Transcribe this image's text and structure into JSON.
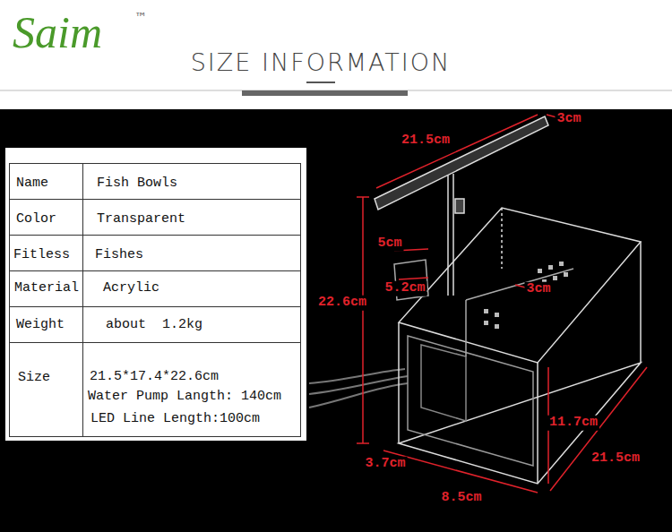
{
  "diagram": {
    "title": "SIZE INFORMATION",
    "labels": [
      "Saim",
      "™",
      "Name",
      "Fish Bowls",
      "Color",
      "Transparent",
      "Fitless",
      "Fishes",
      "Material",
      "Acrylic",
      "Weight",
      "about  1.2kg",
      "Size",
      "21.5*17.4*22.6cm",
      "Water Pump Langth: 140cm",
      "LED Line Length:100cm",
      "21.5cm",
      "3cm",
      "5cm",
      "5.2cm",
      "3cm",
      "22.6cm",
      "11.7cm",
      "3.7cm",
      "8.5cm",
      "21.5cm"
    ]
  }
}
